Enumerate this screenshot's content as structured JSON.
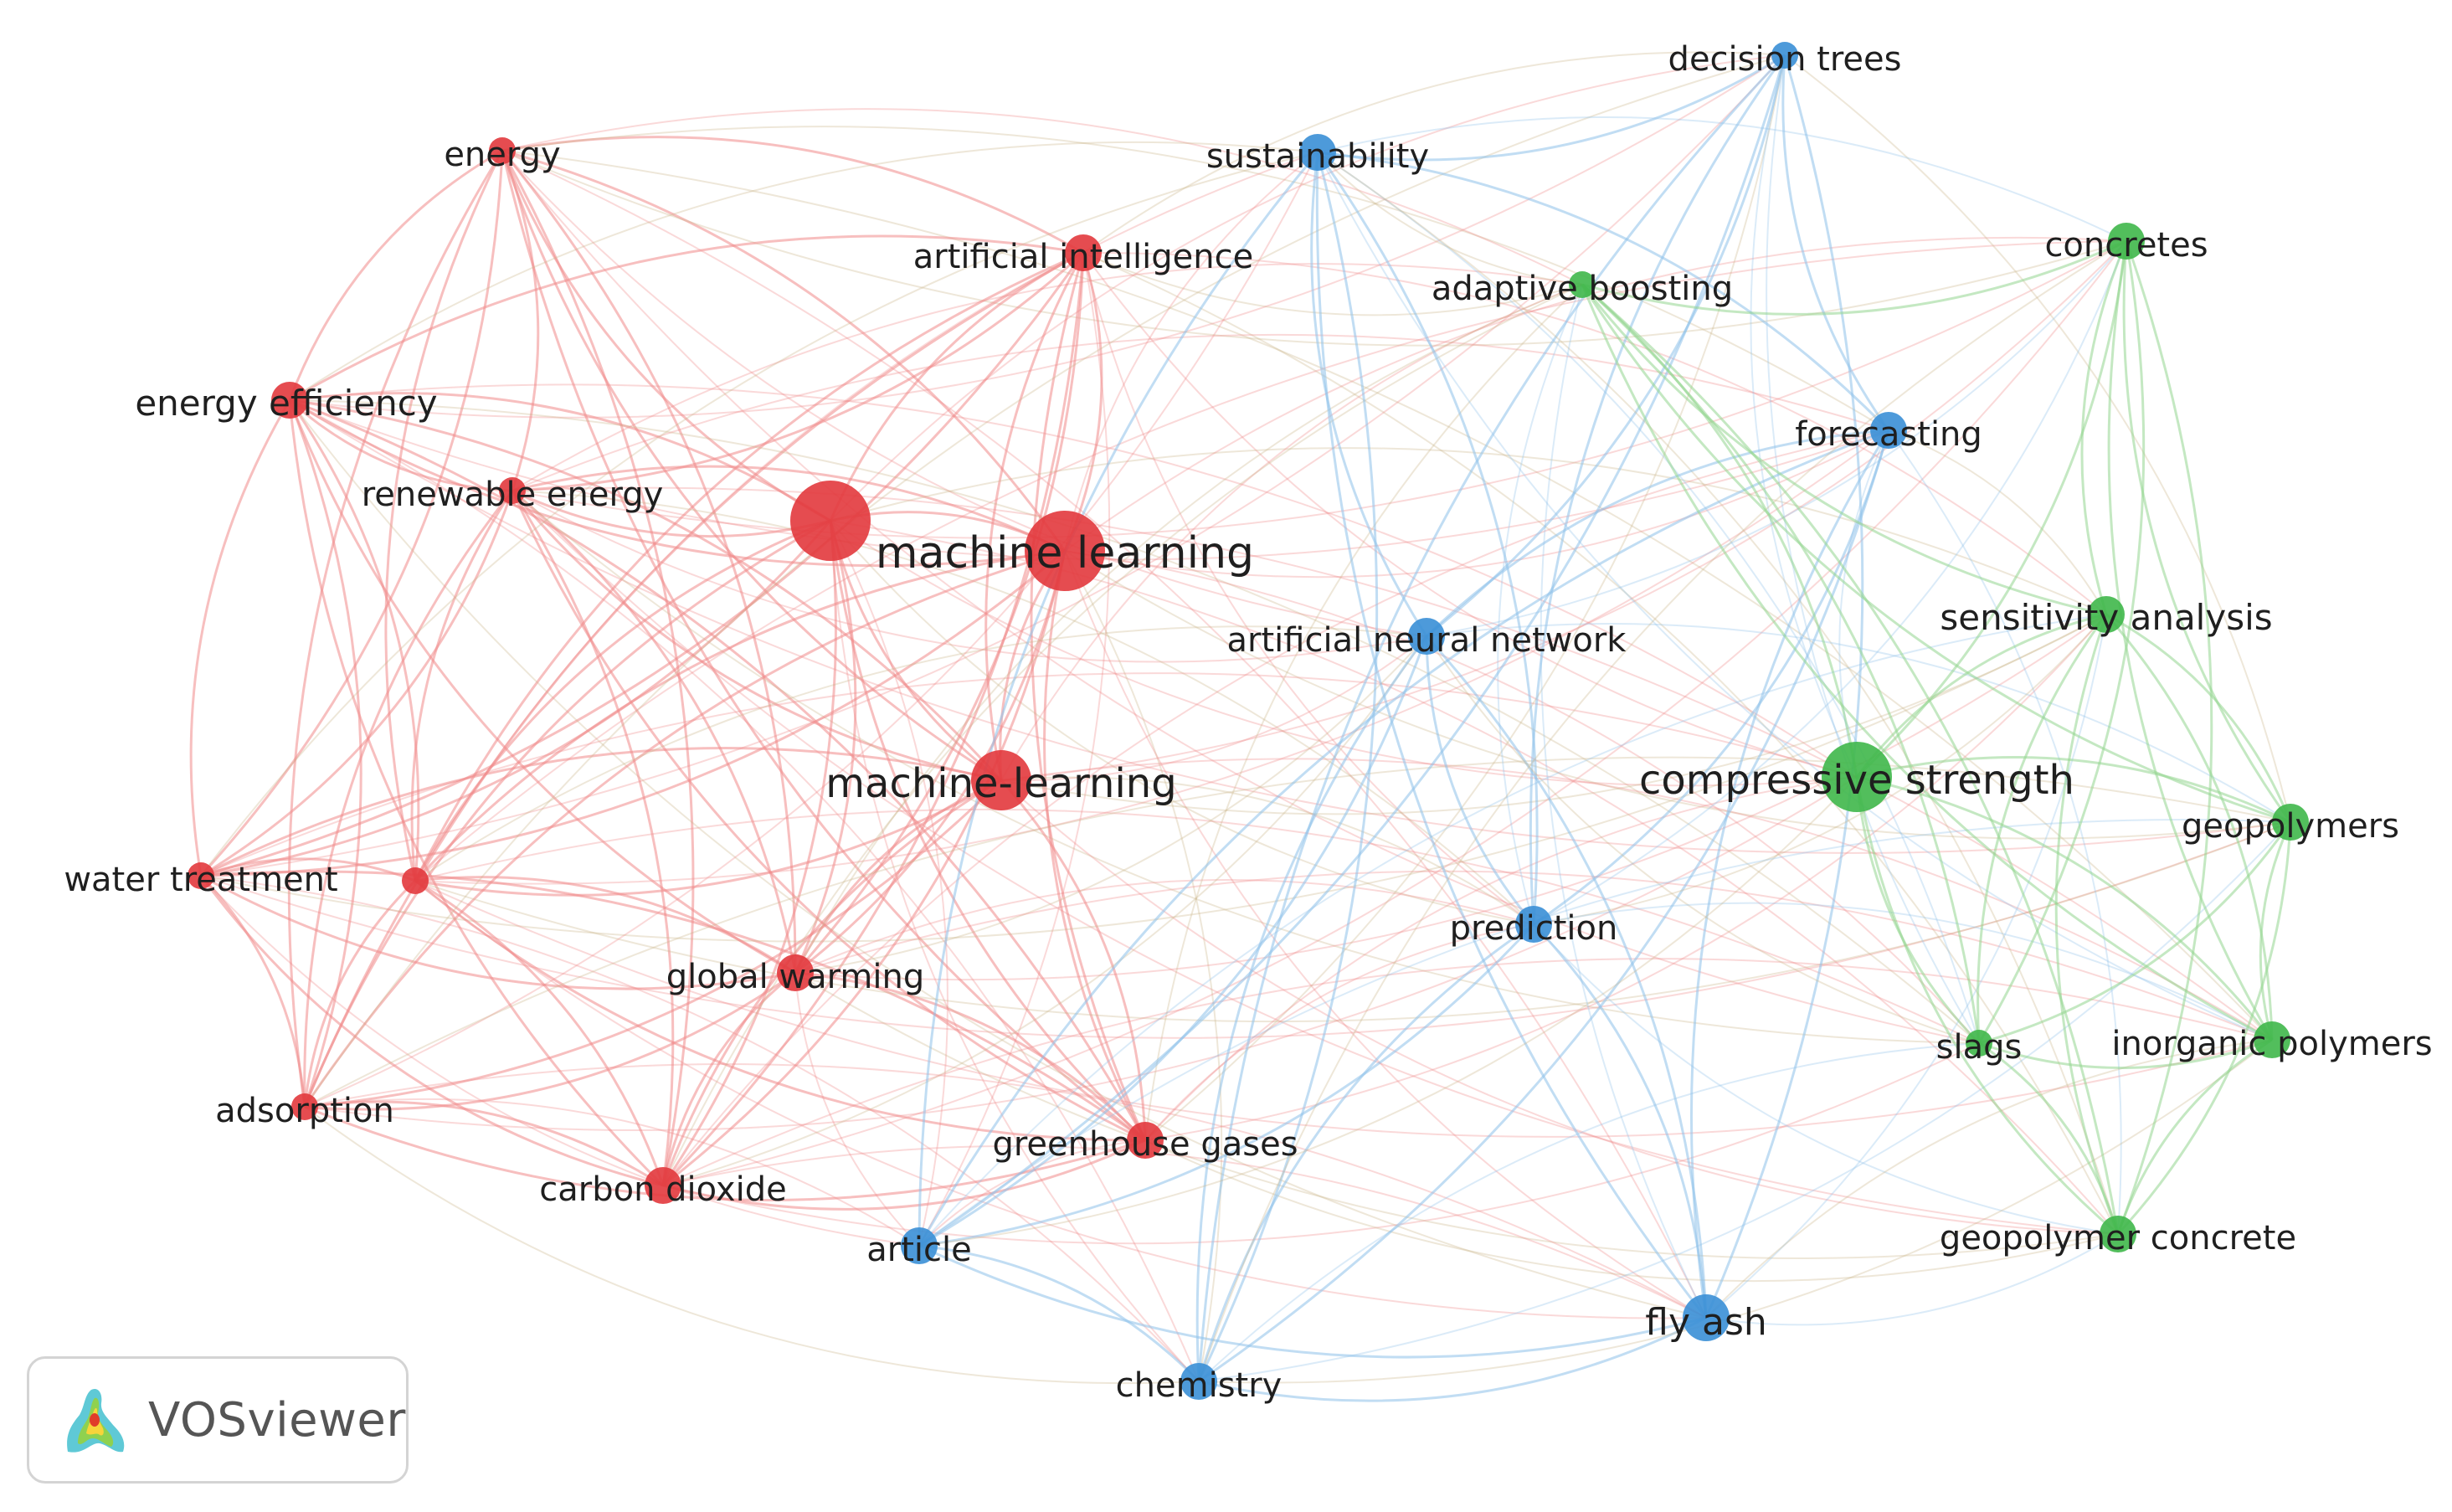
{
  "colors": {
    "cluster_red": "#e2383d",
    "cluster_green": "#3fb74a",
    "cluster_blue": "#3a8fd6",
    "red_link": "#f08a8a",
    "green_link": "#93d58f",
    "blue_link": "#8ec1ea",
    "label": "#1f1f1f",
    "brand_text": "#555555"
  },
  "brand": {
    "name": "VOSviewer",
    "logo_icon": "vosviewer-logo-icon"
  },
  "network": {
    "nodes": [
      {
        "id": "energy",
        "label": "energy",
        "cluster": "red",
        "weight": 1
      },
      {
        "id": "artificial-intelligence",
        "label": "artificial intelligence",
        "cluster": "red",
        "weight": 2
      },
      {
        "id": "energy-efficiency",
        "label": "energy efficiency",
        "cluster": "red",
        "weight": 2
      },
      {
        "id": "renewable-energy",
        "label": "renewable energy",
        "cluster": "red",
        "weight": 1
      },
      {
        "id": "machine-learning-a",
        "label": "",
        "cluster": "red",
        "weight": 5
      },
      {
        "id": "machine-learning",
        "label": "machine learning",
        "cluster": "red",
        "weight": 5
      },
      {
        "id": "machine-learning-hyphen",
        "label": "machine-learning",
        "cluster": "red",
        "weight": 4
      },
      {
        "id": "water-treatment",
        "label": "water treatment",
        "cluster": "red",
        "weight": 1
      },
      {
        "id": "unlabeled-red",
        "label": "",
        "cluster": "red",
        "weight": 1
      },
      {
        "id": "global-warming",
        "label": "global warming",
        "cluster": "red",
        "weight": 2
      },
      {
        "id": "adsorption",
        "label": "adsorption",
        "cluster": "red",
        "weight": 1
      },
      {
        "id": "carbon-dioxide",
        "label": "carbon dioxide",
        "cluster": "red",
        "weight": 2
      },
      {
        "id": "greenhouse-gases",
        "label": "greenhouse gases",
        "cluster": "red",
        "weight": 2
      },
      {
        "id": "decision-trees",
        "label": "decision trees",
        "cluster": "blue",
        "weight": 1
      },
      {
        "id": "sustainability",
        "label": "sustainability",
        "cluster": "blue",
        "weight": 2
      },
      {
        "id": "forecasting",
        "label": "forecasting",
        "cluster": "blue",
        "weight": 2
      },
      {
        "id": "artificial-neural-network",
        "label": "artificial neural network",
        "cluster": "blue",
        "weight": 2
      },
      {
        "id": "prediction",
        "label": "prediction",
        "cluster": "blue",
        "weight": 2
      },
      {
        "id": "article",
        "label": "article",
        "cluster": "blue",
        "weight": 2
      },
      {
        "id": "chemistry",
        "label": "chemistry",
        "cluster": "blue",
        "weight": 2
      },
      {
        "id": "fly-ash",
        "label": "fly ash",
        "cluster": "blue",
        "weight": 3
      },
      {
        "id": "concretes",
        "label": "concretes",
        "cluster": "green",
        "weight": 2
      },
      {
        "id": "adaptive-boosting",
        "label": "adaptive boosting",
        "cluster": "green",
        "weight": 1
      },
      {
        "id": "sensitivity-analysis",
        "label": "sensitivity analysis",
        "cluster": "green",
        "weight": 2
      },
      {
        "id": "compressive-strength",
        "label": "compressive strength",
        "cluster": "green",
        "weight": 5
      },
      {
        "id": "geopolymers",
        "label": "geopolymers",
        "cluster": "green",
        "weight": 2
      },
      {
        "id": "slags",
        "label": "slags",
        "cluster": "green",
        "weight": 1
      },
      {
        "id": "inorganic-polymers",
        "label": "inorganic polymers",
        "cluster": "green",
        "weight": 2
      },
      {
        "id": "geopolymer-concrete",
        "label": "geopolymer concrete",
        "cluster": "green",
        "weight": 2
      }
    ]
  }
}
